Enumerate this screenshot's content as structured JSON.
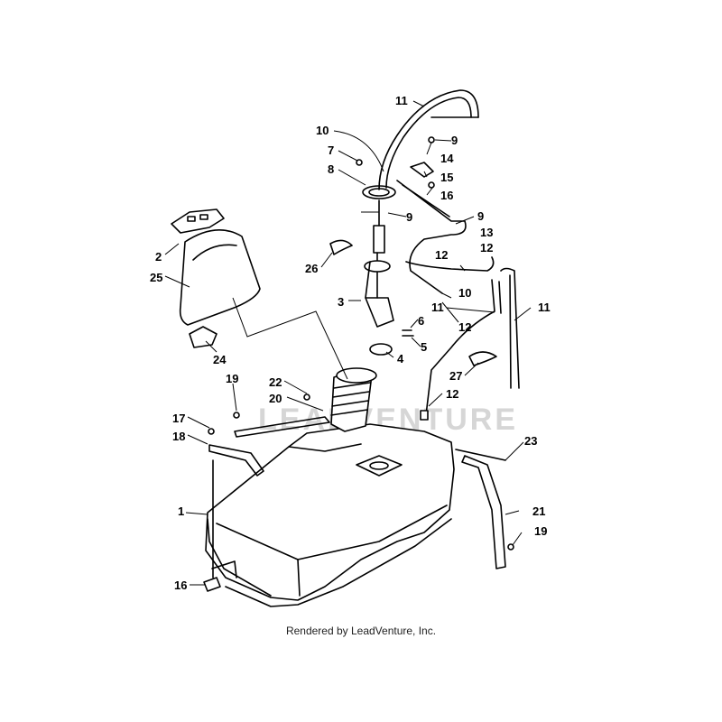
{
  "watermark": "LEADVENTURE",
  "credit": "Rendered by LeadVenture, Inc.",
  "callouts": [
    "1",
    "2",
    "25",
    "24",
    "19",
    "17",
    "18",
    "16",
    "22",
    "20",
    "26",
    "3",
    "4",
    "5",
    "6",
    "7",
    "8",
    "9",
    "10",
    "11",
    "12",
    "13",
    "14",
    "15",
    "21",
    "23",
    "27"
  ]
}
